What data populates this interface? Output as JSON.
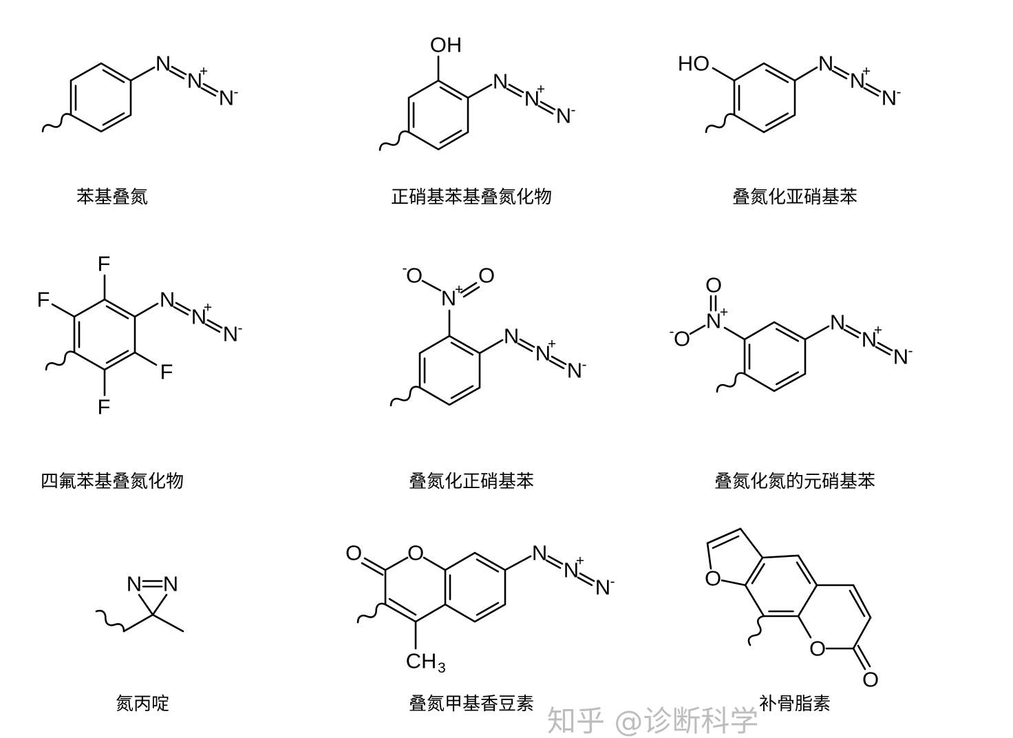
{
  "azide": {
    "n1": "N",
    "n2": "N",
    "n3": "N",
    "plus": "+",
    "minus": "-"
  },
  "molecules": [
    {
      "caption": "苯基叠氮"
    },
    {
      "caption": "正硝基苯基叠氮化物",
      "oh": "OH"
    },
    {
      "caption": "叠氮化亚硝基苯",
      "ho": "HO"
    },
    {
      "caption": "四氟苯基叠氮化物",
      "f": "F"
    },
    {
      "caption": "叠氮化正硝基苯",
      "o_minus": "O",
      "minus": "-",
      "n": "N",
      "plus": "+",
      "o": "O"
    },
    {
      "caption": "叠氮化氮的元硝基苯",
      "o_minus": "O",
      "minus": "-",
      "n": "N",
      "plus": "+",
      "o": "O"
    },
    {
      "caption": "氮丙啶",
      "n": "N"
    },
    {
      "caption": "叠氮甲基香豆素",
      "o": "O",
      "ch": "CH",
      "sub3": "3"
    },
    {
      "caption": "补骨脂素",
      "o": "O"
    }
  ],
  "watermark": "知乎 @诊断科学"
}
